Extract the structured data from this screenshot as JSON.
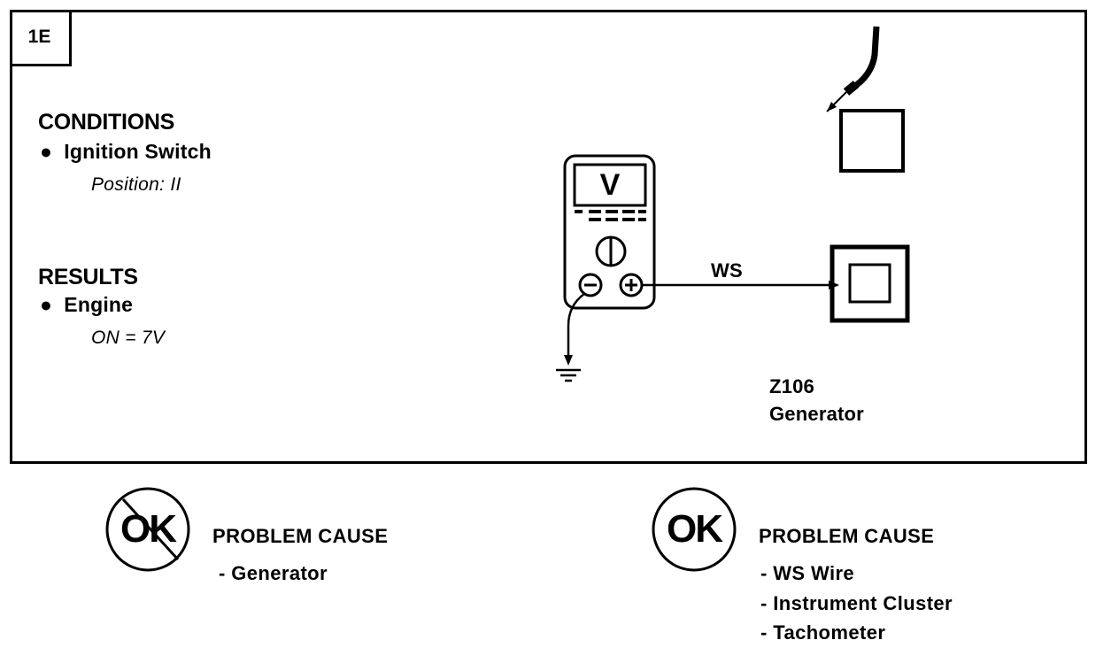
{
  "step": "1E",
  "conditions": {
    "heading": "CONDITIONS",
    "item": "Ignition Switch",
    "value": "Position: II"
  },
  "results": {
    "heading": "RESULTS",
    "item": "Engine",
    "value": "ON = 7V"
  },
  "meter": {
    "display": "V",
    "neg_symbol": "−",
    "pos_symbol": "+"
  },
  "wire_label": "WS",
  "component": {
    "id": "Z106",
    "name": "Generator"
  },
  "outcomes": {
    "not_ok": {
      "badge": "OK",
      "title": "PROBLEM CAUSE",
      "causes": [
        "- Generator"
      ]
    },
    "ok": {
      "badge": "OK",
      "title": "PROBLEM CAUSE",
      "causes": [
        "- WS Wire",
        "- Instrument Cluster",
        "- Tachometer"
      ]
    }
  }
}
